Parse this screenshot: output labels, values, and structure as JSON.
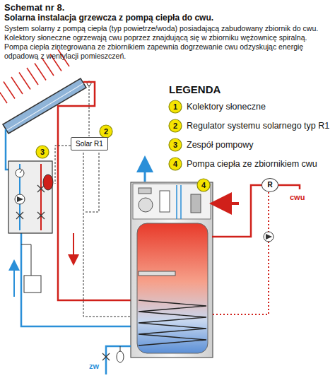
{
  "diagram": {
    "title": "Schemat nr 8.",
    "nodes": [
      {
        "text": [
          "Solar R1"
        ]
      },
      {
        "text": [
          "R"
        ]
      }
    ],
    "labels": [
      "Solarna instalacja grzewcza z pompą ciepła do cwu.",
      "System solarny z pompą ciepła (typ powietrze/woda) posiadającą zabudowany zbiornik do cwu.",
      "Kolektory słoneczne ogrzewają cwu poprzez znajdującą się w zbiorniku wężownicę spiralną.",
      "Pompa ciepła zintegrowana ze zbiornikiem zapewnia dogrzewanie cwu odzyskując energię odpadową z wentylacji pomieszczeń.",
      "LEGENDA",
      "1",
      "2",
      "3",
      "4",
      "3",
      "2",
      "4",
      "cwu",
      "zw"
    ],
    "legend": [
      {
        "text": "Kolektory słoneczne"
      },
      {
        "text": "Regulator systemu solarnego typ R1"
      },
      {
        "text": "Zespół pompowy"
      },
      {
        "text": "Pompa ciepła ze zbiornikiem cwu"
      }
    ]
  }
}
